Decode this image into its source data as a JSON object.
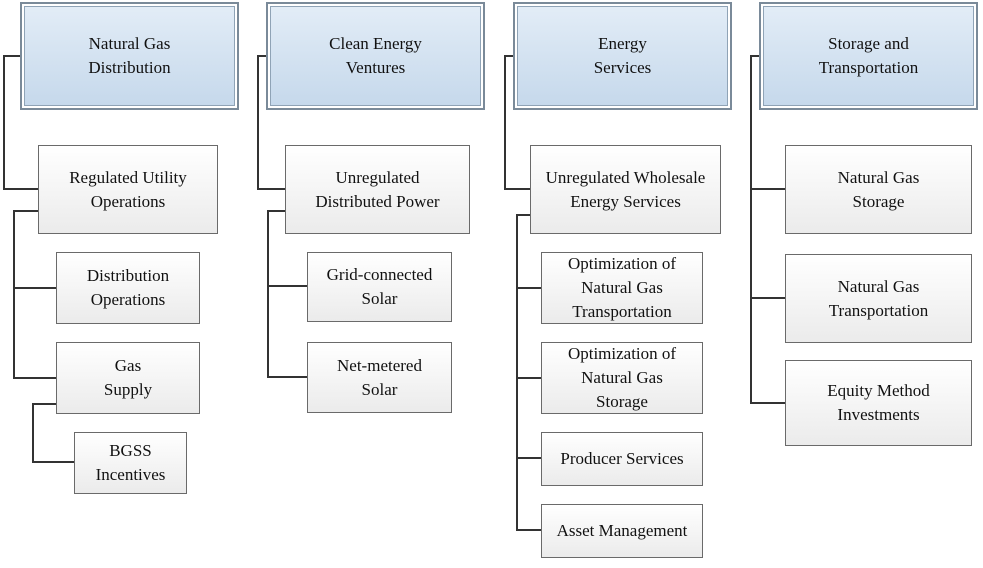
{
  "diagram": {
    "columns": [
      {
        "header": "Natural Gas\nDistribution",
        "children": [
          {
            "label": "Regulated Utility\nOperations",
            "children": [
              {
                "label": "Distribution\nOperations"
              },
              {
                "label": "Gas\nSupply",
                "children": [
                  {
                    "label": "BGSS\nIncentives"
                  }
                ]
              }
            ]
          }
        ]
      },
      {
        "header": "Clean Energy\nVentures",
        "children": [
          {
            "label": "Unregulated\nDistributed Power",
            "children": [
              {
                "label": "Grid-connected\nSolar"
              },
              {
                "label": "Net-metered\nSolar"
              }
            ]
          }
        ]
      },
      {
        "header": "Energy\nServices",
        "children": [
          {
            "label": "Unregulated Wholesale\nEnergy Services",
            "children": [
              {
                "label": "Optimization of\nNatural Gas\nTransportation"
              },
              {
                "label": "Optimization of\nNatural Gas\nStorage"
              },
              {
                "label": "Producer Services"
              },
              {
                "label": "Asset Management"
              }
            ]
          }
        ]
      },
      {
        "header": "Storage and\nTransportation",
        "children": [
          {
            "label": "Natural Gas\nStorage"
          },
          {
            "label": "Natural Gas\nTransportation"
          },
          {
            "label": "Equity Method\nInvestments"
          }
        ]
      }
    ],
    "colors": {
      "header_fill_top": "#e3edf7",
      "header_fill_bottom": "#c5d8eb",
      "node_fill_top": "#ffffff",
      "node_fill_bottom": "#ebebeb",
      "connector": "#333333"
    }
  }
}
